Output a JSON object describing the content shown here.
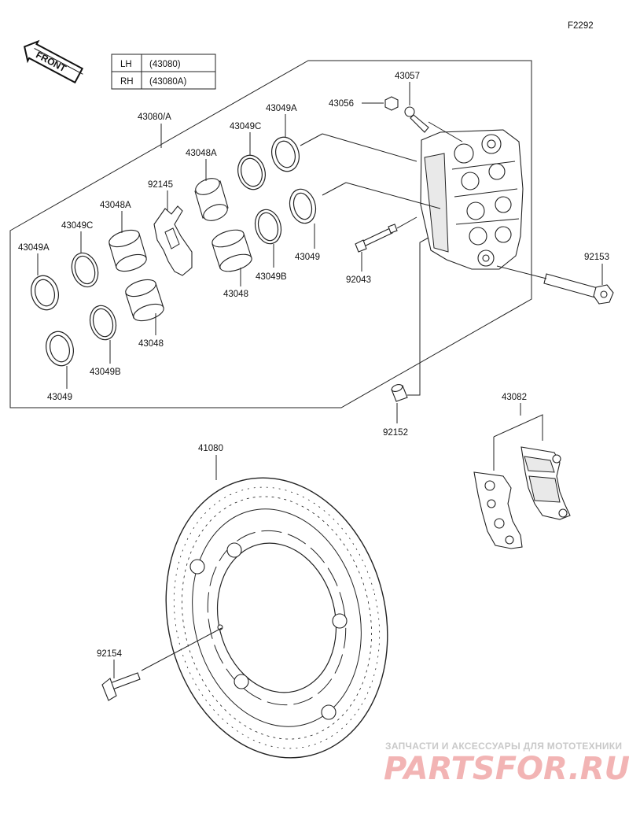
{
  "figure_code": "F2292",
  "front_label": "FRONT",
  "table": {
    "rows": [
      {
        "side": "LH",
        "code": "(43080)"
      },
      {
        "side": "RH",
        "code": "(43080A)"
      }
    ]
  },
  "part_labels": {
    "caliper_assy": "43080/A",
    "seal_43049A_top": "43049A",
    "seal_43049C_top": "43049C",
    "piston_43048A_top": "43048A",
    "clip_92145": "92145",
    "piston_43048A_left": "43048A",
    "seal_43049C_left": "43049C",
    "seal_43049A_left": "43049A",
    "seal_43049_mid": "43049",
    "seal_43049B_mid": "43049B",
    "piston_43048_mid": "43048",
    "piston_43048_low": "43048",
    "seal_43049B_low": "43049B",
    "seal_43049_low": "43049",
    "bleeder_43057": "43057",
    "cap_43056": "43056",
    "pin_92043": "92043",
    "bolt_92153": "92153",
    "bush_92152": "92152",
    "pads_43082": "43082",
    "disc_41080": "41080",
    "bolt_92154": "92154"
  },
  "watermark": {
    "tagline": "ЗАПЧАСТИ И АКСЕССУАРЫ ДЛЯ МОТОТЕХНИКИ",
    "brand": "PARTSFOR.RU"
  },
  "colors": {
    "line": "#222222",
    "watermark_brand": "#f2b4b4",
    "watermark_tagline": "#c9c9c9"
  }
}
